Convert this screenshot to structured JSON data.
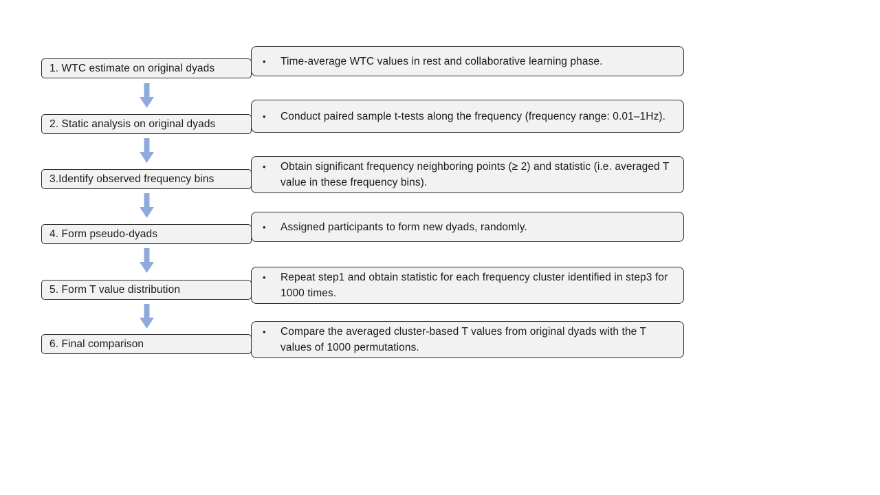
{
  "bullet": "•",
  "colors": {
    "arrow": "#8FAADC",
    "box_fill": "#F2F2F2",
    "box_border": "#2B2B2B"
  },
  "steps": [
    {
      "label": "1. WTC estimate on original dyads",
      "description": "Time-average WTC values in rest and collaborative learning phase."
    },
    {
      "label": "2. Static analysis on original dyads",
      "description": "Conduct paired sample t-tests along the frequency (frequency range: 0.01–1Hz)."
    },
    {
      "label": "3.Identify observed frequency bins",
      "description": "Obtain significant frequency neighboring points (≥ 2) and statistic (i.e. averaged T value in these frequency bins)."
    },
    {
      "label": "4. Form pseudo-dyads",
      "description": "Assigned participants to form new dyads, randomly."
    },
    {
      "label": "5. Form T value distribution",
      "description": "Repeat step1 and obtain statistic for each frequency cluster identified in step3 for 1000 times."
    },
    {
      "label": "6. Final comparison",
      "description": "Compare the averaged cluster-based T values from original dyads with the T values of 1000 permutations."
    }
  ]
}
